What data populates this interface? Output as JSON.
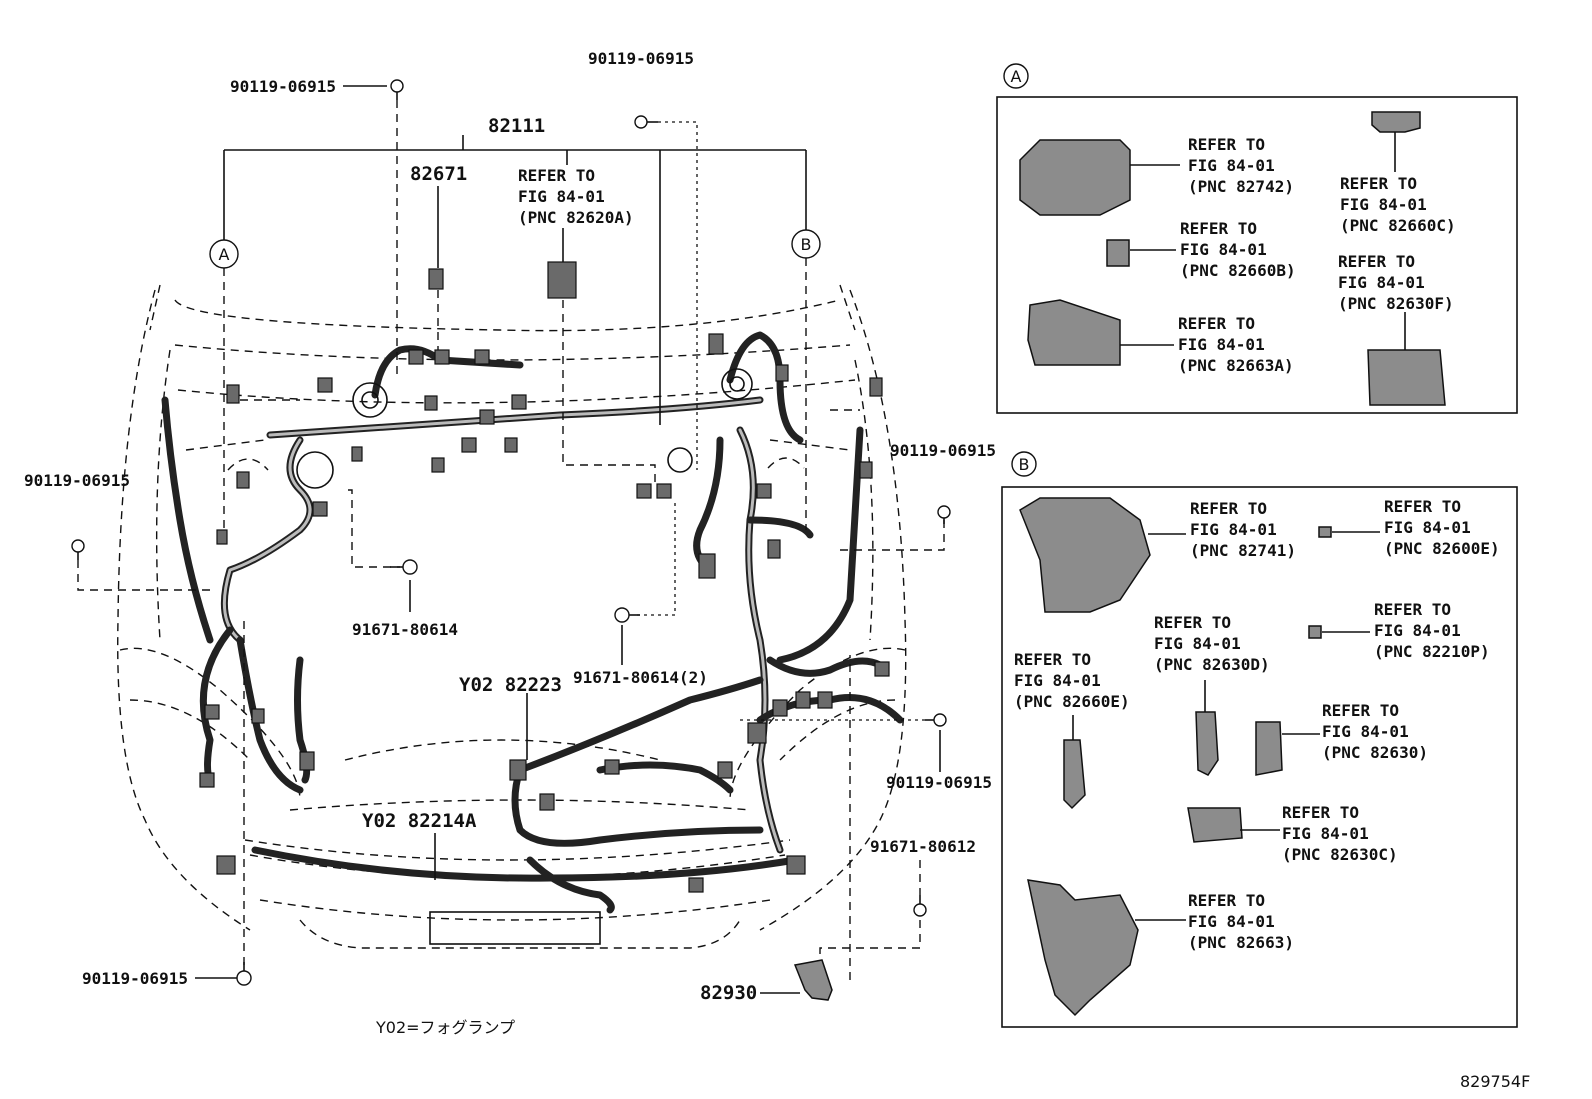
{
  "callouts": {
    "bolt_top_left": "90119-06915",
    "bolt_top_mid": "90119-06915",
    "harness_main": "82111",
    "part_82671": "82671",
    "refer_main_1": "REFER TO",
    "refer_main_2": "FIG 84-01",
    "refer_main_3": "(PNC 82620A)",
    "bolt_left": "90119-06915",
    "bolt_right_top": "90119-06915",
    "clip_left": "91671-80614",
    "clip_mid": "91671-80614(2)",
    "fog_harness": "Y02 82223",
    "bumper_harness": "Y02 82214A",
    "bolt_right_low": "90119-06915",
    "clip_right_low": "91671-80612",
    "bolt_bottom_left": "90119-06915",
    "sensor_82930": "82930"
  },
  "circles": {
    "a": "A",
    "b": "B"
  },
  "footnote": "Y02=フォグランプ",
  "figure_id": "829754F",
  "panel_a": {
    "label": "A",
    "items": [
      {
        "l1": "REFER TO",
        "l2": "FIG 84-01",
        "l3": "(PNC 82742)"
      },
      {
        "l1": "REFER TO",
        "l2": "FIG 84-01",
        "l3": "(PNC 82660C)"
      },
      {
        "l1": "REFER TO",
        "l2": "FIG 84-01",
        "l3": "(PNC 82660B)"
      },
      {
        "l1": "REFER TO",
        "l2": "FIG 84-01",
        "l3": "(PNC 82630F)"
      },
      {
        "l1": "REFER TO",
        "l2": "FIG 84-01",
        "l3": "(PNC 82663A)"
      }
    ]
  },
  "panel_b": {
    "label": "B",
    "items": [
      {
        "l1": "REFER TO",
        "l2": "FIG 84-01",
        "l3": "(PNC 82741)"
      },
      {
        "l1": "REFER TO",
        "l2": "FIG 84-01",
        "l3": "(PNC 82600E)"
      },
      {
        "l1": "REFER TO",
        "l2": "FIG 84-01",
        "l3": "(PNC 82630D)"
      },
      {
        "l1": "REFER TO",
        "l2": "FIG 84-01",
        "l3": "(PNC 82210P)"
      },
      {
        "l1": "REFER TO",
        "l2": "FIG 84-01",
        "l3": "(PNC 82660E)"
      },
      {
        "l1": "REFER TO",
        "l2": "FIG 84-01",
        "l3": "(PNC 82630)"
      },
      {
        "l1": "REFER TO",
        "l2": "FIG 84-01",
        "l3": "(PNC 82630C)"
      },
      {
        "l1": "REFER TO",
        "l2": "FIG 84-01",
        "l3": "(PNC 82663)"
      }
    ]
  }
}
